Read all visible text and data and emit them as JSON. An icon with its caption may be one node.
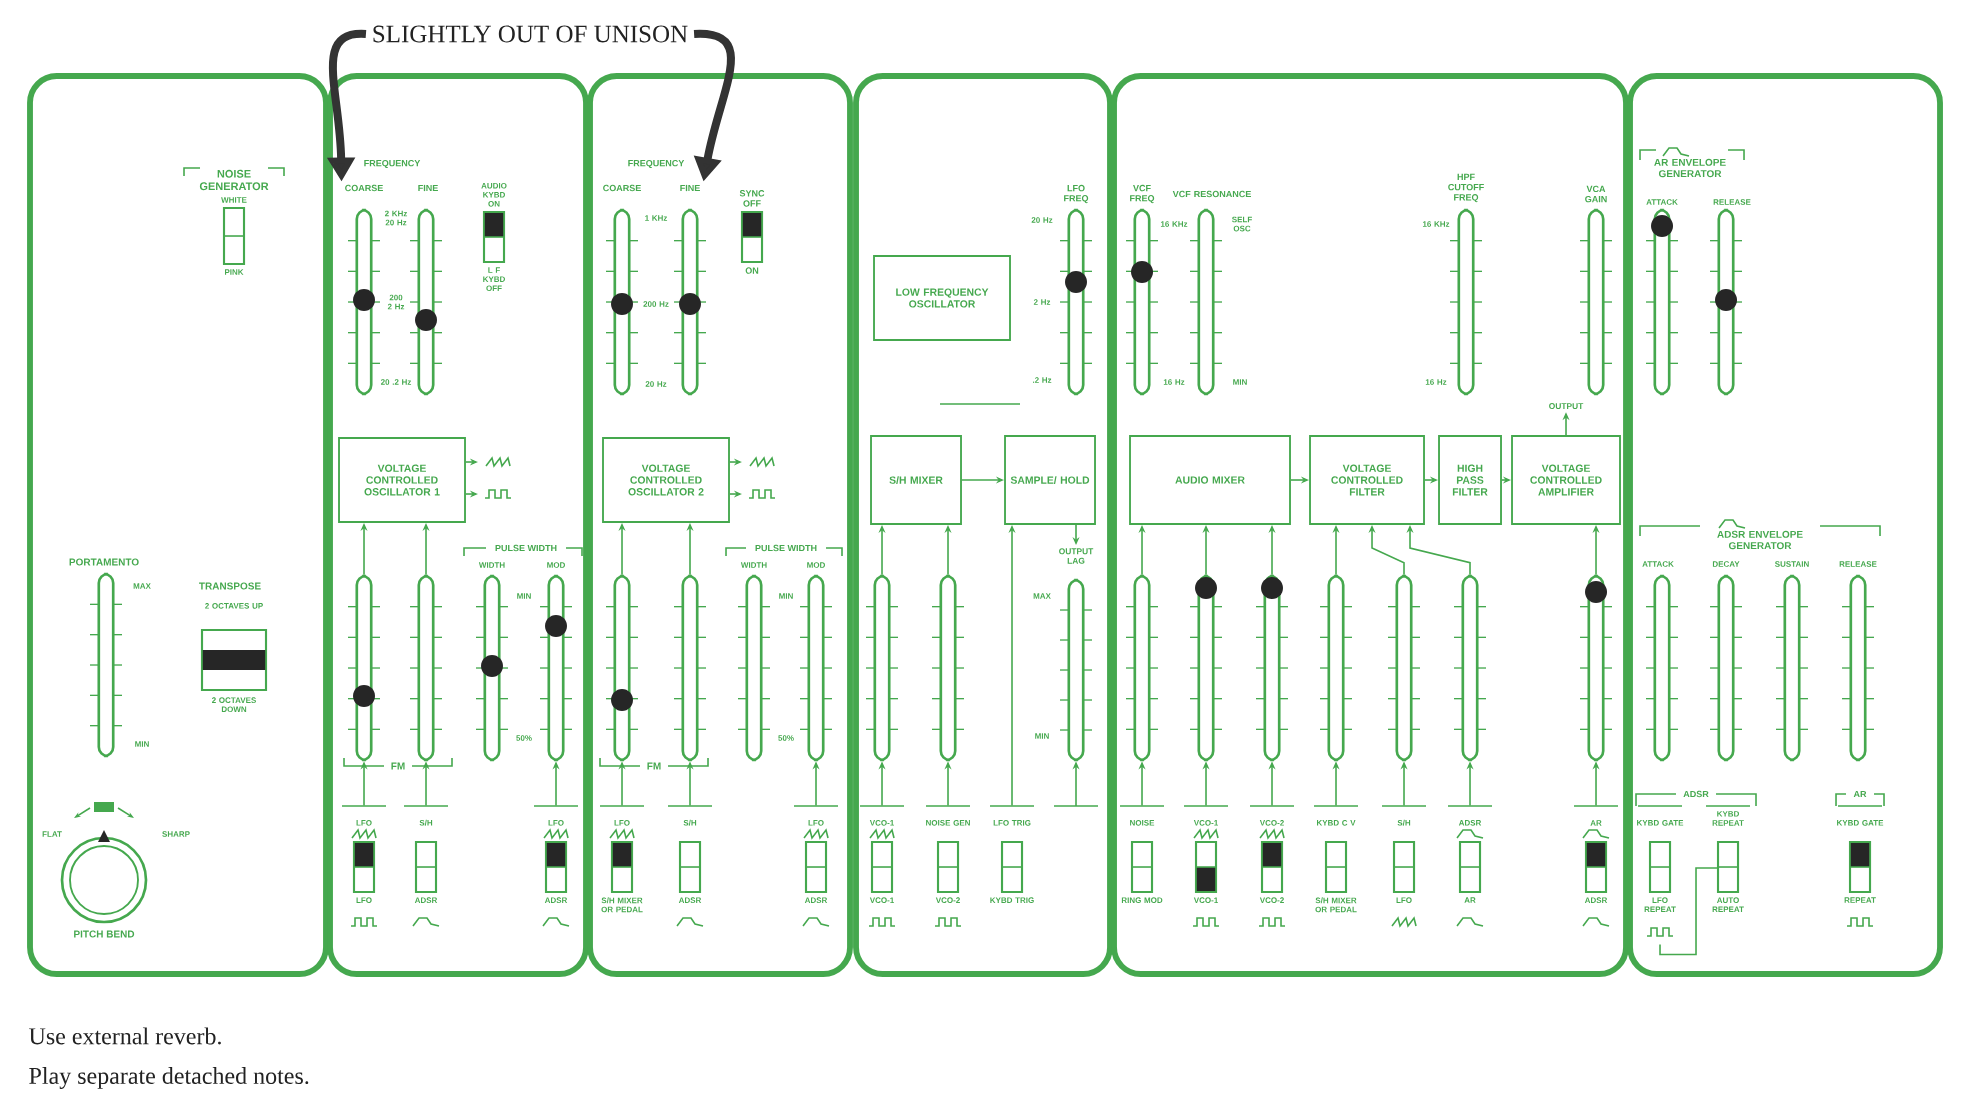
{
  "diagram": {
    "nodes": [
      {
        "text": [
          "SLIGHTLY OUT OF UNISON"
        ]
      },
      {
        "text": [],
        "shape": "box"
      },
      {
        "text": [],
        "shape": "box"
      },
      {
        "text": [
          "COARSE"
        ],
        "in": 2
      },
      {
        "text": [
          "VOLTAGE CONTROLLED OSCILLATOR 1"
        ],
        "in": 2
      },
      {
        "text": [],
        "shape": "box"
      },
      {
        "text": [
          "FINE"
        ],
        "in": 5
      },
      {
        "text": [
          "VOLTAGE CONTROLLED OSCILLATOR 2"
        ],
        "in": 5
      },
      {
        "text": [],
        "shape": "box"
      },
      {
        "text": [
          "LOW FREQUENCY OSCILLATOR"
        ],
        "in": 8
      },
      {
        "text": [
          "S/H MIXER"
        ],
        "in": 8
      },
      {
        "text": [
          "SAMPLE/ HOLD"
        ],
        "in": 8
      },
      {
        "text": [],
        "shape": "box"
      },
      {
        "text": [
          "OUTPUT"
        ],
        "in": 12
      },
      {
        "text": [
          "AUDIO MIXER"
        ],
        "in": 12
      },
      {
        "text": [
          "VOLTAGE CONTROLLED FILTER"
        ],
        "in": 12
      },
      {
        "text": [
          "HIGH PASS FILTER"
        ],
        "in": 12
      },
      {
        "text": [
          "VOLTAGE CONTROLLED AMPLIFIER"
        ],
        "in": 12
      },
      {
        "text": [],
        "shape": "box"
      },
      {
        "text": [
          "OUTPUT LAG"
        ],
        "in": 8
      },
      {
        "text": [],
        "shape": "bar",
        "in": 2,
        "beside": [
          "2 KHz 20 Hz",
          "200 2 Hz",
          "20 .2 Hz"
        ]
      },
      {
        "text": [],
        "shape": "bar",
        "in": 2,
        "beside": [
          "FINE"
        ]
      },
      {
        "text": [],
        "shape": "bar",
        "in": 5,
        "beside": [
          "COARSE",
          "1 KHz",
          "200 Hz",
          "20 Hz"
        ]
      },
      {
        "text": [],
        "shape": "bar",
        "in": 5
      },
      {
        "text": [],
        "shape": "bar",
        "in": 8,
        "beside": [
          "LFO FREQ",
          "20 Hz",
          "2 Hz",
          ".2 Hz"
        ]
      },
      {
        "text": [],
        "shape": "bar",
        "in": 12,
        "beside": [
          "VCF FREQ",
          "16 KHz",
          "16 Hz"
        ]
      },
      {
        "text": [],
        "shape": "bar",
        "in": 12,
        "beside": [
          "VCF RESONANCE",
          "SELF OSC",
          "MIN"
        ]
      },
      {
        "text": [],
        "shape": "bar",
        "in": 12,
        "beside": [
          "HPF CUTOFF FREQ",
          "16 KHz",
          "16 Hz"
        ]
      },
      {
        "text": [],
        "shape": "bar",
        "in": 12,
        "beside": [
          "VCA GAIN"
        ]
      },
      {
        "text": [],
        "shape": "bar",
        "in": 18,
        "beside": [
          "ATTACK"
        ]
      },
      {
        "text": [],
        "shape": "bar",
        "in": 18,
        "beside": [
          "RELEASE"
        ]
      },
      {
        "text": [],
        "shape": "bar",
        "in": 1,
        "beside": [
          "PORTAMENTO",
          "MAX",
          "MIN"
        ]
      },
      {
        "text": [],
        "shape": "bar",
        "in": 2
      },
      {
        "text": [],
        "shape": "bar",
        "in": 2
      },
      {
        "text": [],
        "shape": "bar",
        "in": 2,
        "beside": [
          "WIDTH",
          "MIN",
          "50%"
        ]
      },
      {
        "text": [],
        "shape": "bar",
        "in": 2,
        "beside": [
          "MOD"
        ]
      },
      {
        "text": [],
        "shape": "bar",
        "in": 5
      },
      {
        "text": [],
        "shape": "bar",
        "in": 5
      },
      {
        "text": [],
        "shape": "bar",
        "in": 5,
        "beside": [
          "WIDTH",
          "MIN",
          "50%"
        ]
      },
      {
        "text": [],
        "shape": "bar",
        "in": 5,
        "beside": [
          "MOD"
        ]
      },
      {
        "text": [],
        "shape": "bar",
        "in": 8
      },
      {
        "text": [],
        "shape": "bar",
        "in": 8
      },
      {
        "text": [],
        "shape": "bar",
        "in": 8,
        "beside": [
          "MAX",
          "MIN"
        ]
      },
      {
        "text": [],
        "shape": "bar",
        "in": 12
      },
      {
        "text": [],
        "shape": "bar",
        "in": 12
      },
      {
        "text": [],
        "shape": "bar",
        "in": 12
      },
      {
        "text": [],
        "shape": "bar",
        "in": 12
      },
      {
        "text": [],
        "shape": "bar",
        "in": 12
      },
      {
        "text": [],
        "shape": "bar",
        "in": 12
      },
      {
        "text": [],
        "shape": "bar",
        "in": 12
      },
      {
        "text": [],
        "shape": "bar",
        "in": 18,
        "beside": [
          "ATTACK"
        ]
      },
      {
        "text": [],
        "shape": "bar",
        "in": 18,
        "beside": [
          "DECAY"
        ]
      },
      {
        "text": [],
        "shape": "bar",
        "in": 18,
        "beside": [
          "SUSTAIN"
        ]
      },
      {
        "text": [],
        "shape": "bar",
        "in": 18,
        "beside": [
          "RELEASE"
        ]
      },
      {
        "text": [
          "WHITE",
          "PINK"
        ],
        "in": 1,
        "beside": [
          "NOISE GENERATOR"
        ]
      },
      {
        "text": [
          "2 OCTAVES UP",
          "2 OCTAVES DOWN"
        ],
        "in": 1,
        "beside": [
          "TRANSPOSE"
        ]
      },
      {
        "text": [
          "AUDIO",
          "KYBD ON",
          "L F KYBD OFF"
        ],
        "in": 2
      },
      {
        "text": [
          "SYNC OFF",
          "ON"
        ],
        "in": 5
      },
      {
        "text": [
          "LFO",
          "LFO"
        ],
        "in": 2
      },
      {
        "text": [
          "S/H",
          "ADSR"
        ],
        "in": 2
      },
      {
        "text": [
          "LFO",
          "ADSR"
        ],
        "in": 2
      },
      {
        "text": [
          "LFO",
          "S/H MIXER OR PEDAL"
        ],
        "in": 5
      },
      {
        "text": [
          "S/H",
          "ADSR"
        ],
        "in": 5
      },
      {
        "text": [
          "LFO",
          "ADSR"
        ],
        "in": 5
      },
      {
        "text": [
          "VCO-1",
          "VCO-1"
        ],
        "in": 8
      },
      {
        "text": [
          "NOISE GEN",
          "VCO-2"
        ],
        "in": 8
      },
      {
        "text": [
          "LFO TRIG",
          "KYBD TRIG"
        ],
        "in": 8
      },
      {
        "text": [
          "NOISE",
          "RING MOD"
        ],
        "in": 12
      },
      {
        "text": [
          "VCO-1",
          "VCO-1"
        ],
        "in": 12
      },
      {
        "text": [
          "VCO-2",
          "VCO-2"
        ],
        "in": 12
      },
      {
        "text": [
          "KYBD C V",
          "S/H MIXER OR PEDAL"
        ],
        "in": 12
      },
      {
        "text": [
          "S/H",
          "LFO"
        ],
        "in": 12
      },
      {
        "text": [
          "ADSR",
          "AR"
        ],
        "in": 12
      },
      {
        "text": [
          "AR",
          "ADSR"
        ],
        "in": 12
      },
      {
        "text": [
          "KYBD GATE",
          "LFO REPEAT"
        ],
        "in": 18
      },
      {
        "text": [
          "KYBD REPEAT",
          "AUTO REPEAT"
        ],
        "in": 18
      },
      {
        "text": [
          "KYBD GATE",
          "REPEAT"
        ],
        "in": 18
      }
    ],
    "edges": [
      {
        "from": 0,
        "to": 3,
        "arrow": "to",
        "style": "thick",
        "color": "#333333"
      },
      {
        "from": 0,
        "to": 6,
        "arrow": "to",
        "style": "thick",
        "color": "#333333"
      },
      {
        "from": 10,
        "to": 11,
        "arrow": "to"
      },
      {
        "from": 14,
        "to": 15,
        "arrow": "to"
      },
      {
        "from": 15,
        "to": 16,
        "arrow": "to"
      },
      {
        "from": 16,
        "to": 17,
        "arrow": "to"
      },
      {
        "from": 17,
        "to": 13,
        "arrow": "to"
      },
      {
        "from": 4,
        "to": null,
        "arrow": "to"
      },
      {
        "from": 4,
        "to": null,
        "arrow": "to"
      },
      {
        "from": 7,
        "to": null,
        "arrow": "to"
      },
      {
        "from": 7,
        "to": null,
        "arrow": "to"
      },
      {
        "from": 32,
        "to": 4,
        "arrow": "to"
      },
      {
        "from": 33,
        "to": 4,
        "arrow": "to"
      },
      {
        "from": 36,
        "to": 7,
        "arrow": "to"
      },
      {
        "from": 37,
        "to": 7,
        "arrow": "to"
      },
      {
        "from": 40,
        "to": 10,
        "arrow": "to"
      },
      {
        "from": 41,
        "to": 10,
        "arrow": "to"
      },
      {
        "from": 66,
        "to": 11,
        "arrow": "to"
      },
      {
        "from": 11,
        "to": 19,
        "arrow": "to"
      },
      {
        "from": 43,
        "to": 14,
        "arrow": "to"
      },
      {
        "from": 44,
        "to": 14,
        "arrow": "to"
      },
      {
        "from": 45,
        "to": 14,
        "arrow": "to"
      },
      {
        "from": 46,
        "to": 15,
        "arrow": "to"
      },
      {
        "from": 47,
        "to": 15,
        "arrow": "to"
      },
      {
        "from": 48,
        "to": 15,
        "arrow": "to"
      },
      {
        "from": 49,
        "to": 17,
        "arrow": "to"
      },
      {
        "from": 58,
        "to": 32,
        "arrow": "to"
      },
      {
        "from": 59,
        "to": 33,
        "arrow": "to"
      },
      {
        "from": 60,
        "to": 35,
        "arrow": "to"
      },
      {
        "from": 61,
        "to": 36,
        "arrow": "to"
      },
      {
        "from": 62,
        "to": 37,
        "arrow": "to"
      },
      {
        "from": 63,
        "to": 39,
        "arrow": "to"
      },
      {
        "from": 64,
        "to": 40,
        "arrow": "to"
      },
      {
        "from": 65,
        "to": 41,
        "arrow": "to"
      },
      {
        "from": null,
        "to": 42,
        "arrow": "to"
      },
      {
        "from": 67,
        "to": 43,
        "arrow": "to"
      },
      {
        "from": 68,
        "to": 44,
        "arrow": "to"
      },
      {
        "from": 69,
        "to": 45,
        "arrow": "to"
      },
      {
        "from": 70,
        "to": 46,
        "arrow": "to"
      },
      {
        "from": 71,
        "to": 47,
        "arrow": "to"
      },
      {
        "from": 72,
        "to": 48,
        "arrow": "to"
      },
      {
        "from": 73,
        "to": 49,
        "arrow": "to"
      },
      {
        "from": 74,
        "to": 75,
        "arrow": "none"
      }
    ],
    "labels": [
      "FLAT",
      "SHARP",
      "PITCH BEND",
      "FREQUENCY",
      "FM",
      "PULSE WIDTH",
      "FREQUENCY",
      "FM",
      "PULSE WIDTH",
      "AR ENVELOPE GENERATOR",
      "ADSR ENVELOPE GENERATOR",
      "ADSR",
      "AR",
      "Use external reverb.",
      "Play separate detached notes."
    ]
  }
}
